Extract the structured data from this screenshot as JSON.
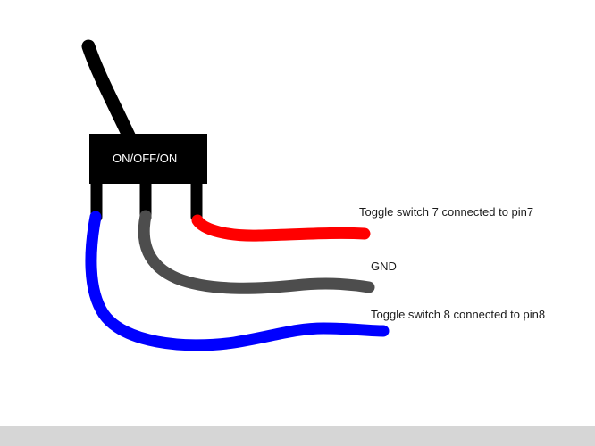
{
  "diagram": {
    "switch": {
      "label": "ON/OFF/ON"
    },
    "labels": {
      "pin7": "Toggle switch 7 connected to pin7",
      "gnd": "GND",
      "pin8": "Toggle switch 8 connected to pin8"
    },
    "colors": {
      "switch_body": "#000000",
      "lever": "#000000",
      "pin": "#000000",
      "wire_pin7": "#ff0000",
      "wire_gnd": "#4d4d4d",
      "wire_pin8": "#0000ff",
      "switch_text": "#ffffff"
    }
  }
}
